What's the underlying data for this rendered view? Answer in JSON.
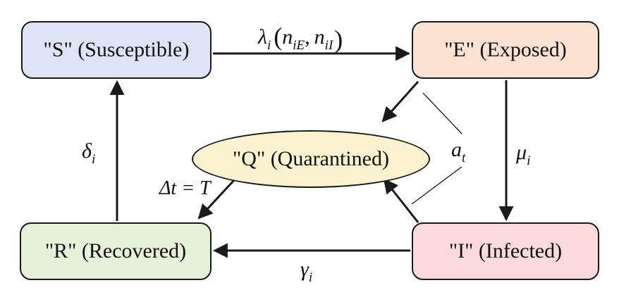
{
  "nodes": {
    "s": "\"S\" (Susceptible)",
    "e": "\"E\" (Exposed)",
    "q": "\"Q\" (Quarantined)",
    "r": "\"R\" (Recovered)",
    "i": "\"I\" (Infected)"
  },
  "edge_labels": {
    "lambda": {
      "sym": "λ",
      "sub": "i",
      "open": "(",
      "n1": "n",
      "n1_sub": "iE",
      "comma": ",",
      "n2": "n",
      "n2_sub": "iI",
      "close": ")"
    },
    "mu": {
      "sym": "μ",
      "sub": "i"
    },
    "gamma": {
      "sym": "γ",
      "sub": "i"
    },
    "delta": {
      "sym": "δ",
      "sub": "i"
    },
    "a": {
      "sym": "a",
      "sub": "t"
    },
    "dt": {
      "text": "Δt = T"
    }
  },
  "colors": {
    "s_fill": "#dfe3f6",
    "e_fill": "#fbe2d2",
    "q_fill": "#fbf3cf",
    "r_fill": "#e5f1d9",
    "i_fill": "#fadada",
    "stroke": "#1a1a1a"
  }
}
